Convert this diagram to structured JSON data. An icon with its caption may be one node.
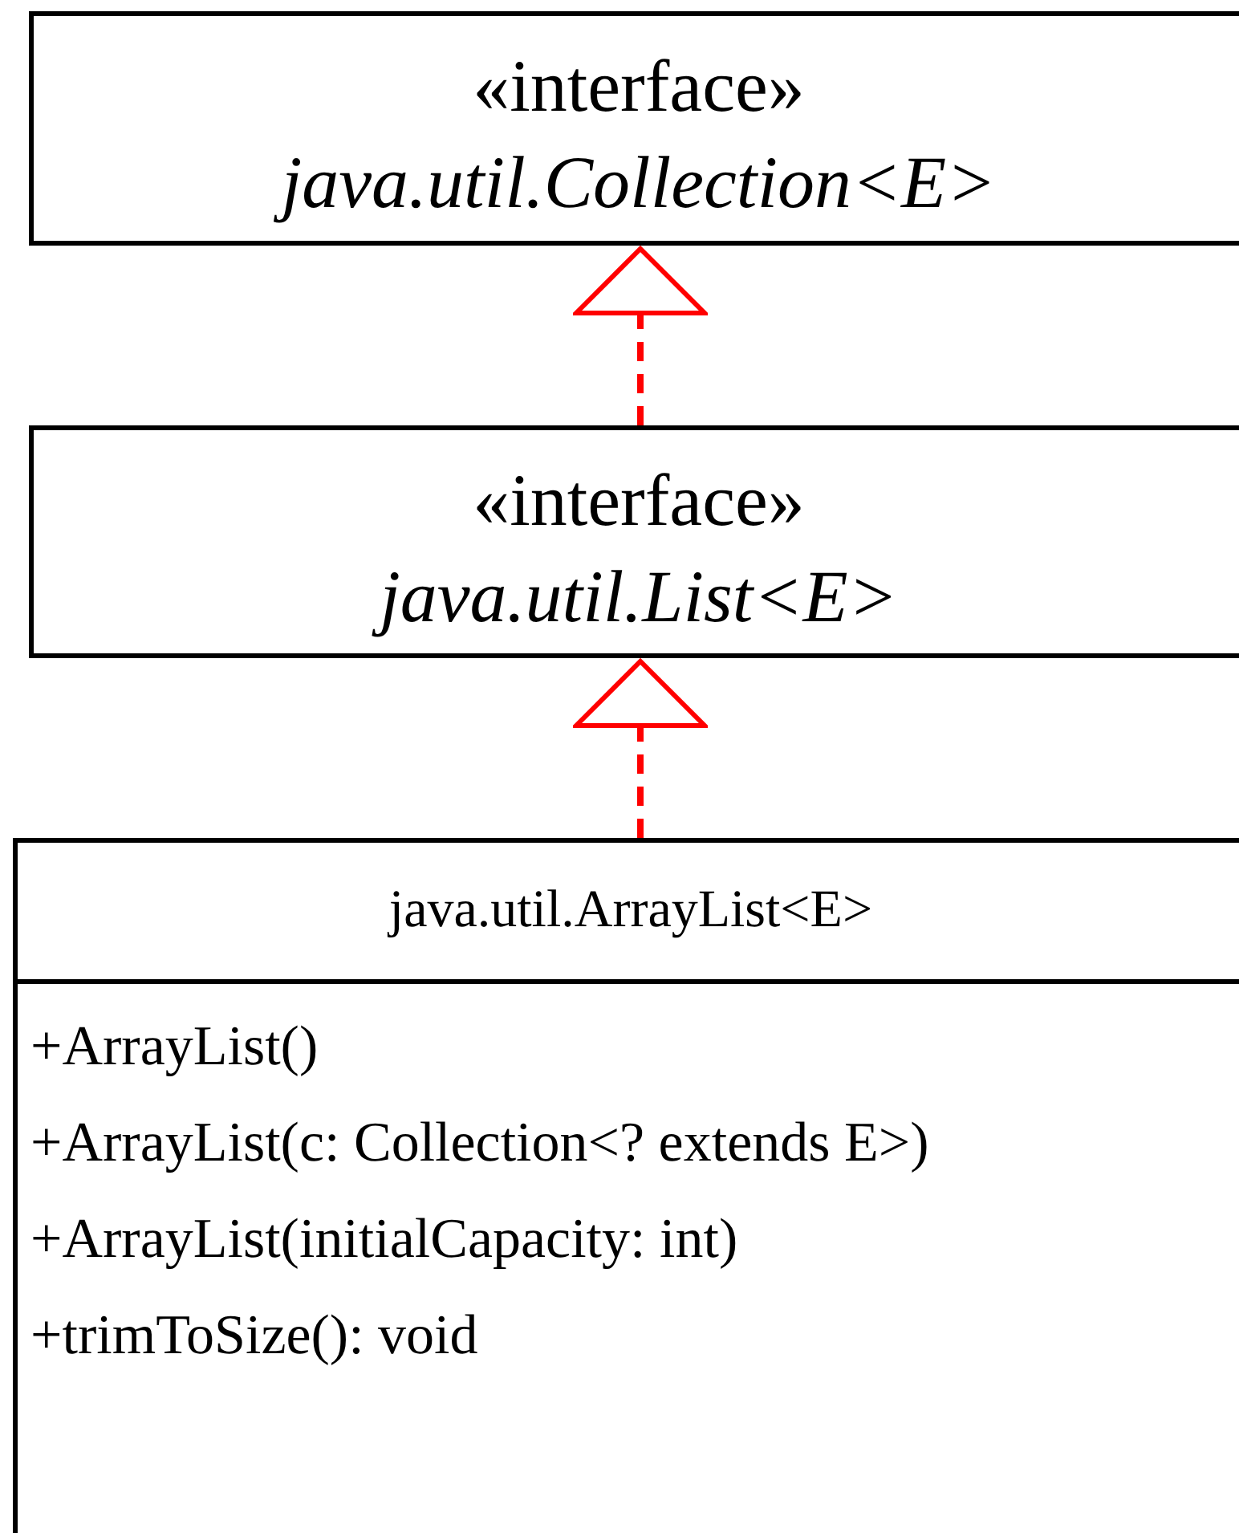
{
  "diagram": {
    "nodes": [
      {
        "text": [
          "«interface»",
          "java.util.Collection<E>"
        ]
      },
      {
        "text": [
          "«interface»",
          "java.util.List<E>"
        ]
      },
      {
        "text": [
          "java.util.ArrayList<E>",
          "+ArrayList()",
          "+ArrayList(c: Collection<? extends E>)",
          "+ArrayList(initialCapacity: int)",
          "+trimToSize(): void"
        ]
      }
    ],
    "edges": [
      {
        "from": 1,
        "to": 0,
        "arrow": "to",
        "style": "dashed",
        "color": "#ff0000"
      },
      {
        "from": 2,
        "to": 1,
        "arrow": "to",
        "style": "dashed",
        "color": "#ff0000"
      }
    ]
  }
}
